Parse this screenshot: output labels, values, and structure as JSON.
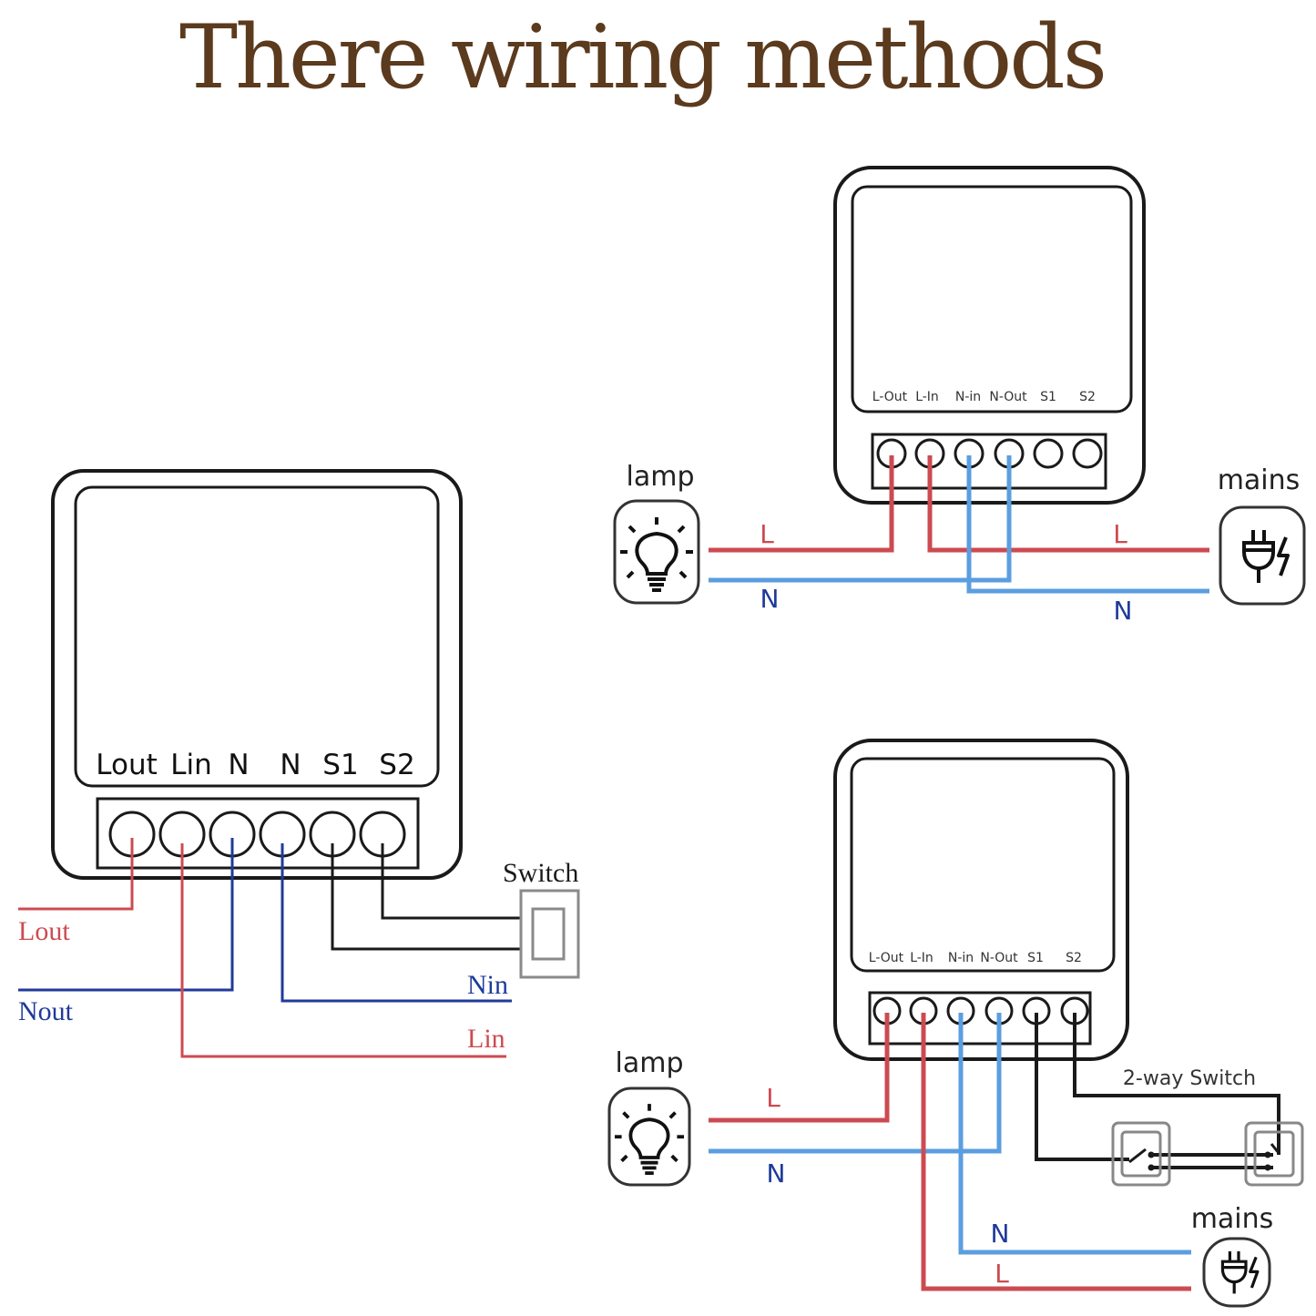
{
  "title": "There wiring methods",
  "colors": {
    "title": "#5b3a1d",
    "red": "#cc4b50",
    "blue_dark": "#1f3a9a",
    "blue_light": "#5b9ee0",
    "black": "#1a1a1a"
  },
  "method1": {
    "terminals": [
      "Lout",
      "Lin",
      "N",
      "N",
      "S1",
      "S2"
    ],
    "switch_label": "Switch",
    "wire_labels": {
      "lout": "Lout",
      "nout": "Nout",
      "nin": "Nin",
      "lin": "Lin"
    }
  },
  "method2": {
    "terminals": [
      "L-Out",
      "L-In",
      "N-in",
      "N-Out",
      "S1",
      "S2"
    ],
    "lamp_label": "lamp",
    "mains_label": "mains",
    "wire_labels": {
      "lamp_l": "L",
      "lamp_n": "N",
      "mains_l": "L",
      "mains_n": "N"
    },
    "icons": [
      "lamp-icon",
      "plug-icon"
    ]
  },
  "method3": {
    "terminals": [
      "L-Out",
      "L-In",
      "N-in",
      "N-Out",
      "S1",
      "S2"
    ],
    "lamp_label": "lamp",
    "mains_label": "mains",
    "switch_label": "2-way Switch",
    "wire_labels": {
      "lamp_l": "L",
      "lamp_n": "N",
      "mains_n": "N",
      "mains_l": "L"
    },
    "icons": [
      "lamp-icon",
      "plug-icon",
      "two-way-switch-icon"
    ]
  }
}
